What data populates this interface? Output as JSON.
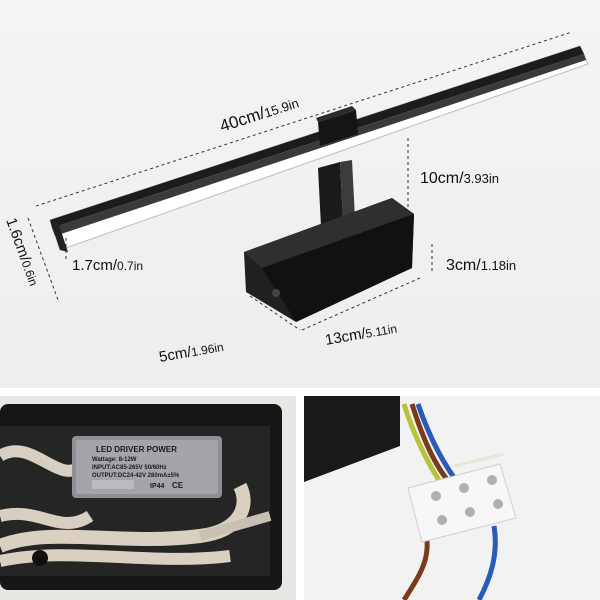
{
  "dimensions": {
    "length": {
      "metric": "40cm",
      "imperial": "15.9in"
    },
    "arm_height": {
      "metric": "10cm",
      "imperial": "3.93in"
    },
    "bar_height": {
      "metric": "1.6cm",
      "imperial": "0.6in"
    },
    "bar_depth": {
      "metric": "1.7cm",
      "imperial": "0.7in"
    },
    "base_height": {
      "metric": "3cm",
      "imperial": "1.18in"
    },
    "base_depth": {
      "metric": "5cm",
      "imperial": "1.96in"
    },
    "base_width": {
      "metric": "13cm",
      "imperial": "5.11in"
    }
  },
  "driver_label": {
    "title": "LED DRIVER POWER",
    "wattage": "Wattage: 8-12W",
    "input": "INPUT:AC85-265V 50/60Hz",
    "output": "OUTPUT:DC24-42V 280mA±5%",
    "rating": "IP44",
    "mark": "CE"
  },
  "colors": {
    "fixture": "#1c1c1c",
    "diffuser": "#fafafa",
    "wire_brown": "#7a3b1c",
    "wire_blue": "#2a5bb8",
    "wire_green_yellow": "#b8c23a"
  }
}
